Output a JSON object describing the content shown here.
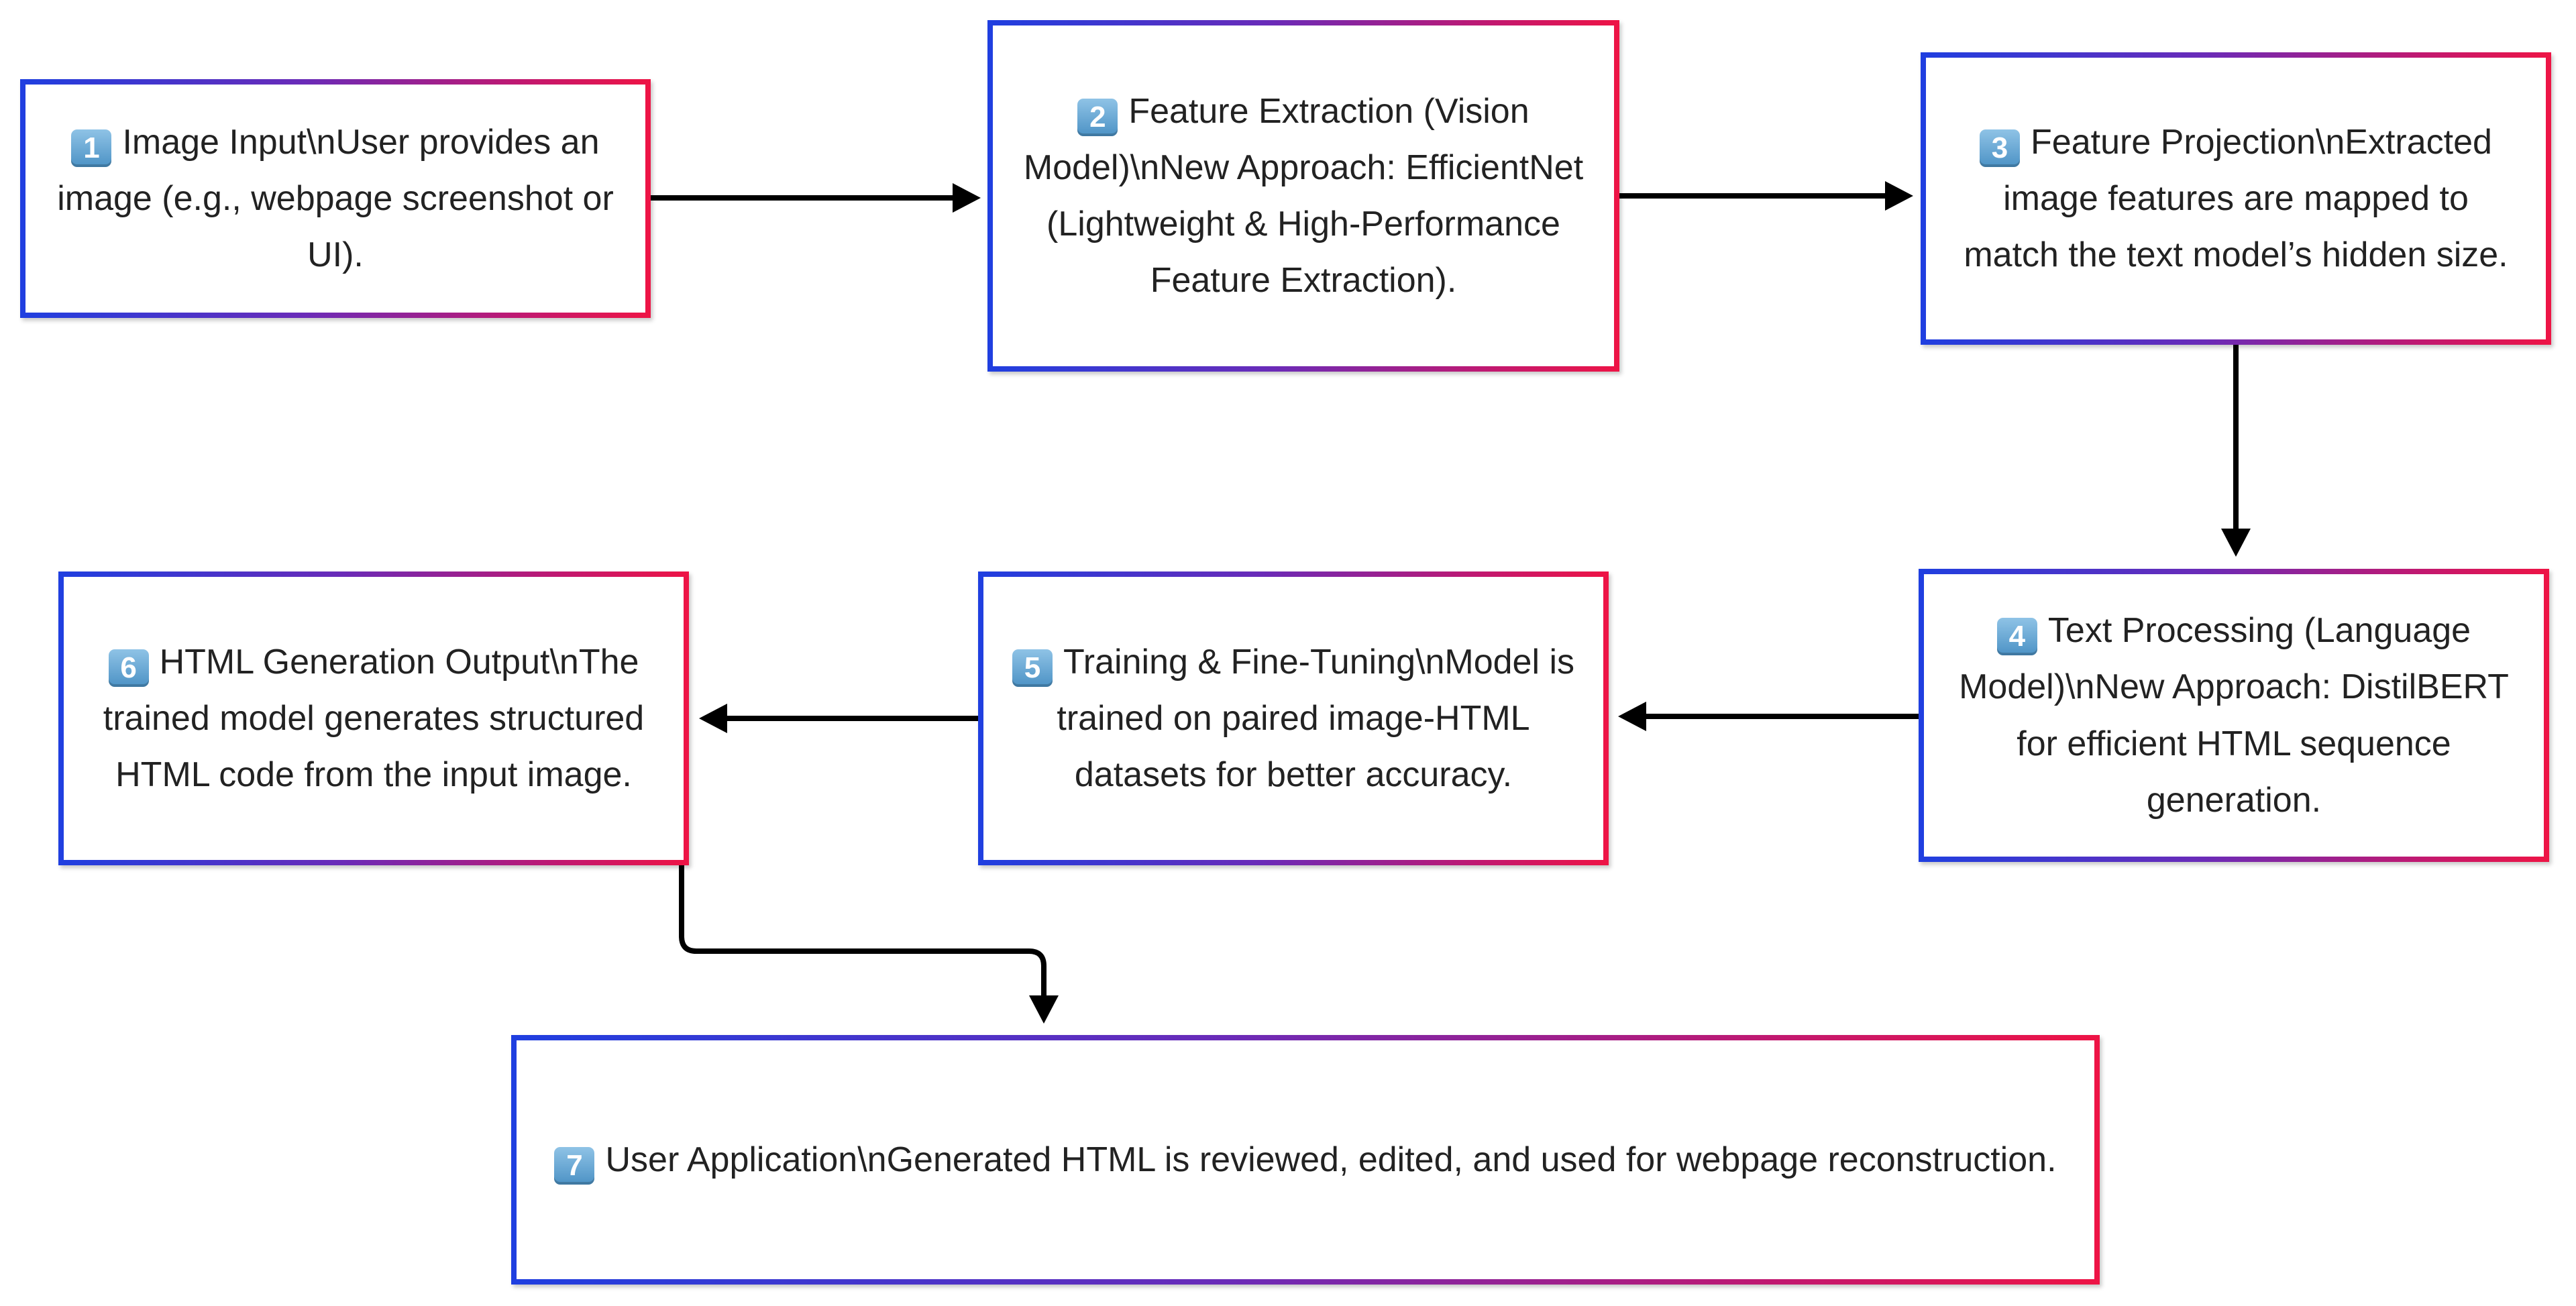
{
  "diagram": {
    "nodes": [
      {
        "id": "n1",
        "number": "1",
        "text": "Image Input\\nUser provides an image (e.g., webpage screenshot or UI)."
      },
      {
        "id": "n2",
        "number": "2",
        "text": "Feature Extraction (Vision Model)\\nNew Approach: EfficientNet (Lightweight & High-Performance Feature Extraction)."
      },
      {
        "id": "n3",
        "number": "3",
        "text": "Feature Projection\\nExtracted image features are mapped to match the text model’s hidden size."
      },
      {
        "id": "n4",
        "number": "4",
        "text": "Text Processing (Language Model)\\nNew Approach: DistilBERT for efficient HTML sequence generation."
      },
      {
        "id": "n5",
        "number": "5",
        "text": "Training & Fine-Tuning\\nModel is trained on paired image-HTML datasets for better accuracy."
      },
      {
        "id": "n6",
        "number": "6",
        "text": "HTML Generation Output\\nThe trained model generates structured HTML code from the input image."
      },
      {
        "id": "n7",
        "number": "7",
        "text": "User Application\\nGenerated HTML is reviewed, edited, and used for webpage reconstruction."
      }
    ],
    "edges": [
      {
        "from": "n1",
        "to": "n2"
      },
      {
        "from": "n2",
        "to": "n3"
      },
      {
        "from": "n3",
        "to": "n4"
      },
      {
        "from": "n4",
        "to": "n5"
      },
      {
        "from": "n5",
        "to": "n6"
      },
      {
        "from": "n6",
        "to": "n7"
      }
    ],
    "colors": {
      "border_start": "#1f3fe0",
      "border_end": "#ee1445",
      "arrow": "#000000",
      "text": "#222222"
    }
  }
}
